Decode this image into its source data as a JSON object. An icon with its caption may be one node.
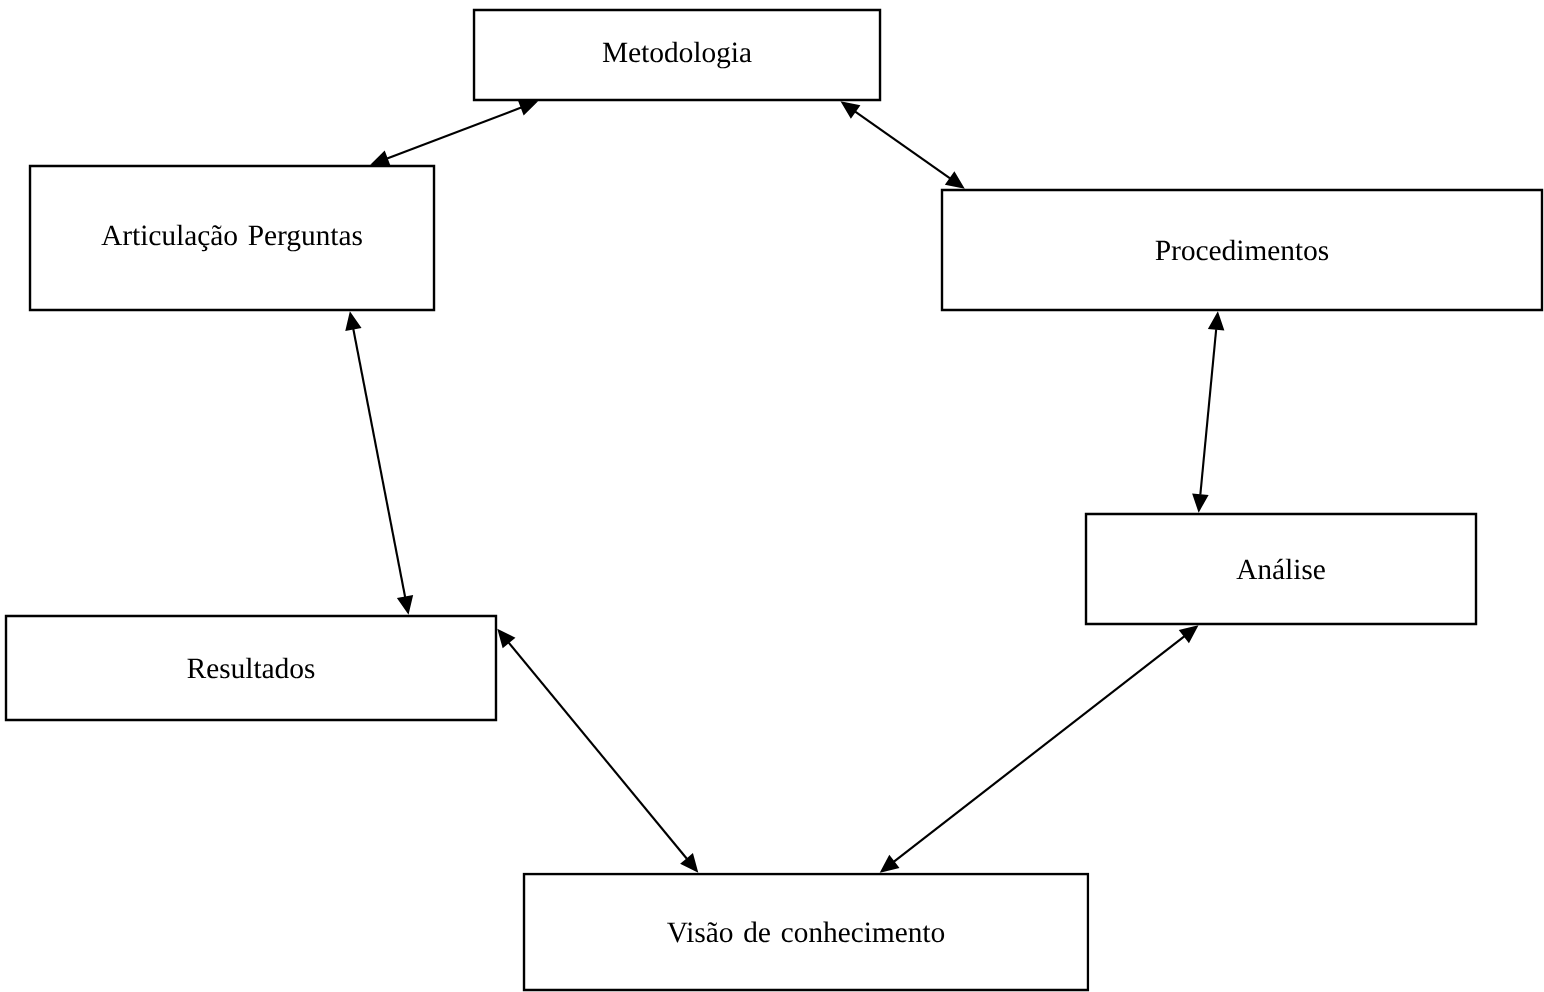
{
  "diagram": {
    "nodes": [
      {
        "text": [
          "Metodologia"
        ]
      },
      {
        "text": [
          "Articulação Perguntas"
        ]
      },
      {
        "text": [
          "Procedimentos"
        ]
      },
      {
        "text": [
          "Resultados"
        ]
      },
      {
        "text": [
          "Análise"
        ]
      },
      {
        "text": [
          "Visão de conhecimento"
        ]
      }
    ],
    "edges": [
      {
        "from": 0,
        "to": 1,
        "arrow": "both"
      },
      {
        "from": 0,
        "to": 2,
        "arrow": "both"
      },
      {
        "from": 1,
        "to": 3,
        "arrow": "both"
      },
      {
        "from": 2,
        "to": 4,
        "arrow": "both"
      },
      {
        "from": 3,
        "to": 5,
        "arrow": "both"
      },
      {
        "from": 4,
        "to": 5,
        "arrow": "both"
      }
    ]
  }
}
